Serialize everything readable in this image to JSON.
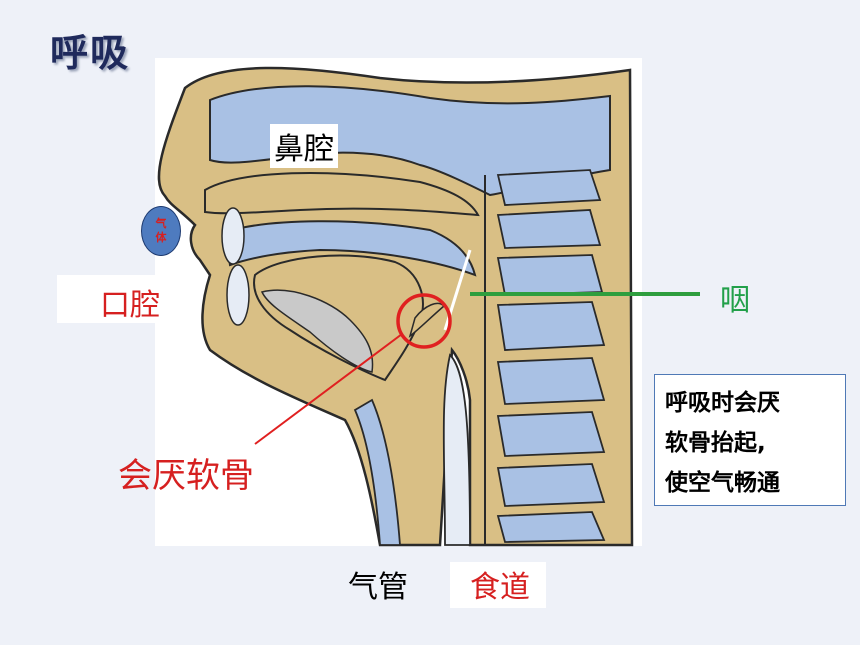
{
  "title": "呼吸",
  "labels": {
    "nasal_cavity": "鼻腔",
    "oral_cavity": "口腔",
    "pharynx": "咽",
    "epiglottis": "会厌软骨",
    "trachea": "气管",
    "esophagus": "食道",
    "gas_top": "气",
    "gas_bottom": "体"
  },
  "note": {
    "line1": " 呼吸时会厌",
    "line2": "软骨抬起,",
    "line3": "使空气畅通"
  },
  "colors": {
    "tissue": "#d9bf85",
    "cavity": "#a9c1e4",
    "outline": "#2a2a2a",
    "pointer_red": "#e02020",
    "pointer_green": "#2e9e3e",
    "note_border": "#4f79b6"
  }
}
